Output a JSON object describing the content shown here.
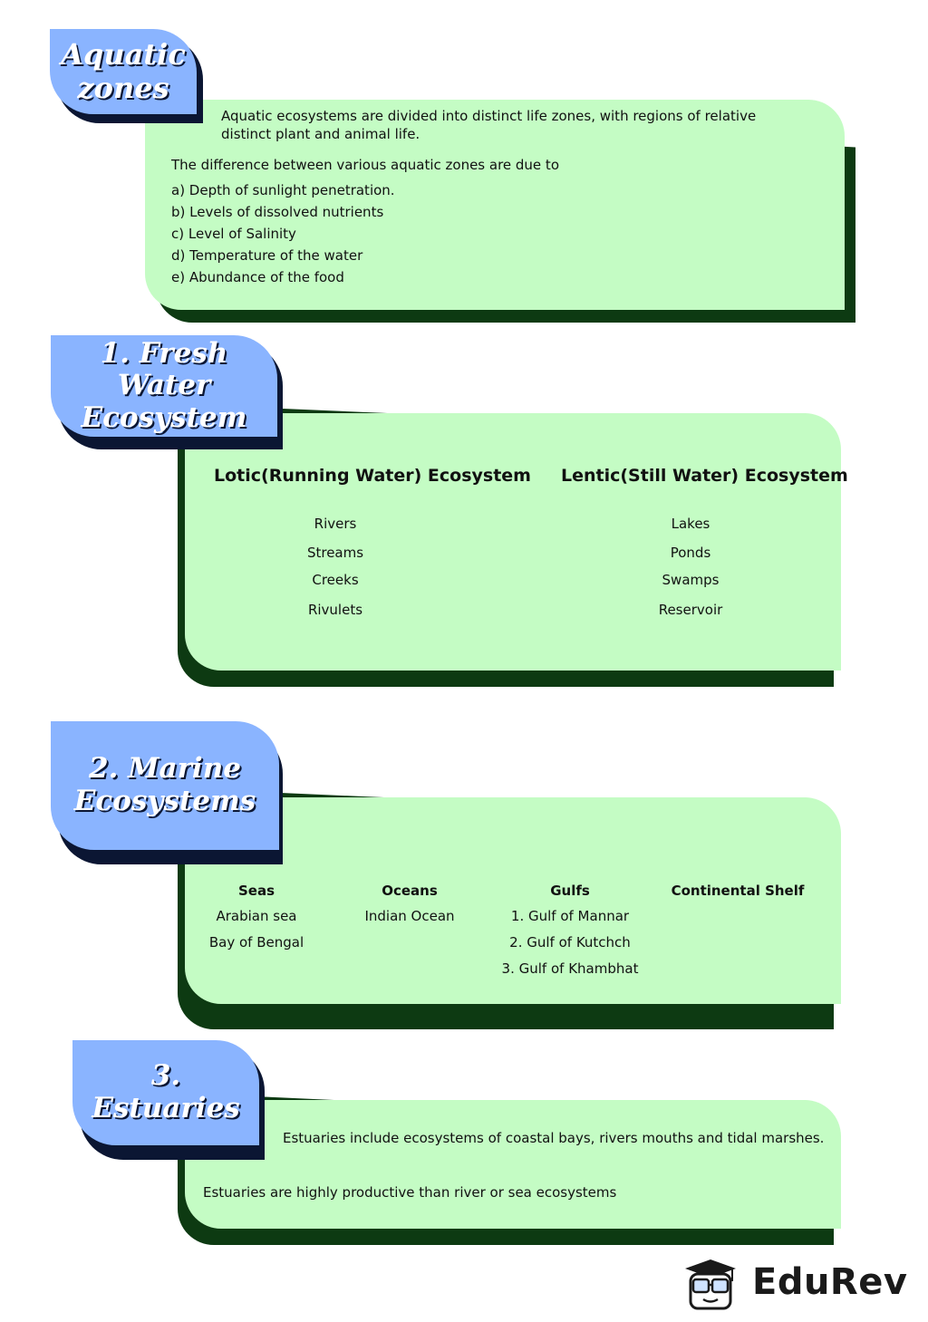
{
  "aquatic": {
    "title": "Aquatic zones",
    "intro": "Aquatic ecosystems are divided into distinct life zones, with regions of relative distinct plant and animal life.",
    "lead": "The difference between various aquatic zones are due to",
    "factors": [
      "a) Depth of sunlight penetration.",
      "b) Levels of dissolved nutrients",
      "c) Level of Salinity",
      "d) Temperature of the water",
      "e) Abundance of the food"
    ]
  },
  "fresh": {
    "title": "1. Fresh Water Ecosystem",
    "lotic": {
      "heading": "Lotic(Running Water) Ecosystem",
      "items": [
        "Rivers",
        "Streams",
        "Creeks",
        "Rivulets"
      ]
    },
    "lentic": {
      "heading": "Lentic(Still Water) Ecosystem",
      "items": [
        "Lakes",
        "Ponds",
        "Swamps",
        "Reservoir"
      ]
    }
  },
  "marine": {
    "title": "2. Marine Ecosystems",
    "columns": [
      {
        "heading": "Seas",
        "items": [
          "Arabian sea",
          "Bay of Bengal"
        ]
      },
      {
        "heading": "Oceans",
        "items": [
          "Indian Ocean"
        ]
      },
      {
        "heading": "Gulfs",
        "items": [
          "1. Gulf of Mannar",
          "2. Gulf of Kutchch",
          "3. Gulf of Khambhat"
        ]
      },
      {
        "heading": "Continental Shelf",
        "items": []
      }
    ]
  },
  "estuaries": {
    "title": "3. Estuaries",
    "line1": "Estuaries include ecosystems of coastal bays, rivers mouths and tidal marshes.",
    "line2": "Estuaries are highly productive than river or sea ecosystems"
  },
  "brand": {
    "name": "EduRev",
    "icon": "graduate-mascot-icon"
  },
  "colors": {
    "panel": "#c4fcc4",
    "panel_shadow": "#0d3a12",
    "tab": "#8ab4ff",
    "tab_shadow": "#0b1633"
  }
}
